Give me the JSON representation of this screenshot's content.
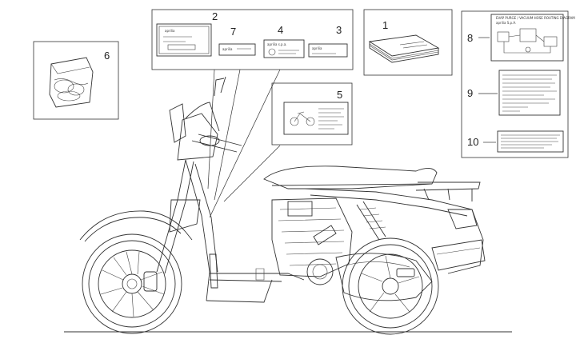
{
  "callouts": [
    {
      "id": "label-1",
      "text": "1"
    },
    {
      "id": "label-2",
      "text": "2"
    },
    {
      "id": "label-3",
      "text": "3"
    },
    {
      "id": "label-4",
      "text": "4"
    },
    {
      "id": "label-5",
      "text": "5"
    },
    {
      "id": "label-6",
      "text": "6"
    },
    {
      "id": "label-7",
      "text": "7"
    },
    {
      "id": "label-8",
      "text": "8"
    },
    {
      "id": "label-9",
      "text": "9"
    },
    {
      "id": "label-10",
      "text": "10"
    }
  ],
  "decals": {
    "brand": "aprilia",
    "brand_spa": "aprilia s.p.a.",
    "fuel_label_title": "EVAP PURGE / VACUUM HOSE ROUTING DIAGRAM",
    "fuel_label_sub": "aprilia S.p.A."
  }
}
